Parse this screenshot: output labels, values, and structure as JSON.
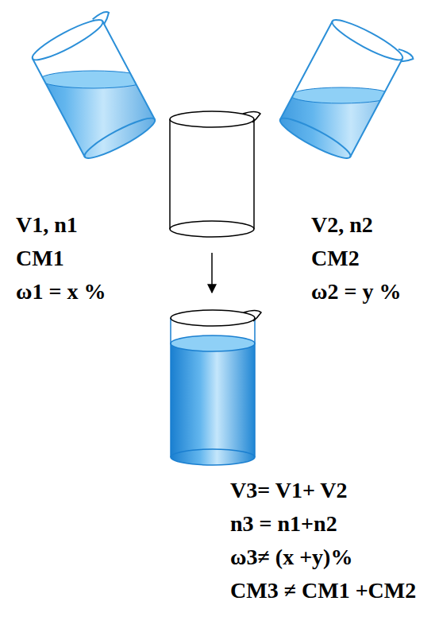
{
  "diagram": {
    "labels": [
      "V1, n1",
      "CM1",
      "ω1 = x %",
      "V2, n2",
      "CM2",
      "ω2 = y %",
      "V3= V1+ V2",
      "n3 = n1+n2",
      "ω3≠ (x +y)%",
      "CM3 ≠ CM1 +CM2"
    ]
  }
}
